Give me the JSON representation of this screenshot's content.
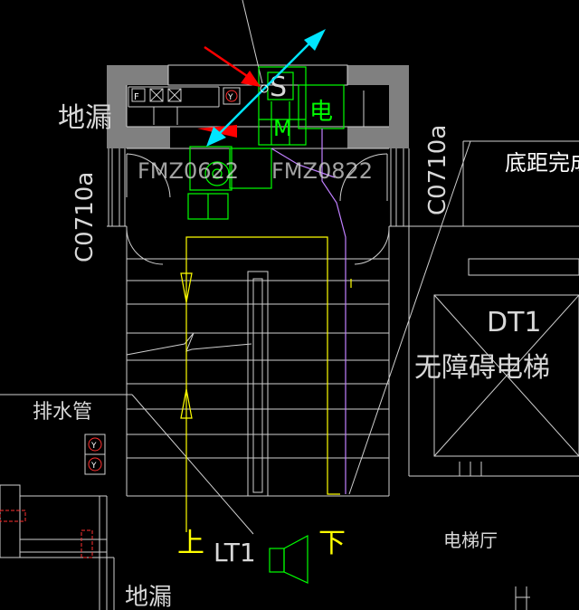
{
  "labels": {
    "leak_top": "地漏",
    "leak_bottom": "地漏",
    "window_left": "C0710a",
    "window_right": "C0710a",
    "door_left": "FMZ0622",
    "door_right": "FMZ0822",
    "floor_distance": "底距完成",
    "elevator_code": "DT1",
    "elevator_name": "无障碍电梯",
    "drain_pipe": "排水管",
    "elevator_hall": "电梯厅",
    "stair_code": "LT1",
    "stair_up": "上",
    "stair_down": "下",
    "equip_s": "S",
    "equip_m": "M",
    "equip_dian": "电"
  },
  "colors": {
    "background": "#000000",
    "wall_fill": "#808080",
    "line_white": "#d0d0d0",
    "equipment_green": "#00ff00",
    "stair_yellow": "#ffff00",
    "purple_line": "#c080ff",
    "arrow_red": "#ff0000",
    "arrow_cyan": "#00e5ff"
  },
  "icons": [
    "red-arrow-icon",
    "cyan-arrow-icon",
    "fan-icon",
    "socket-icon",
    "horn-speaker-icon"
  ]
}
